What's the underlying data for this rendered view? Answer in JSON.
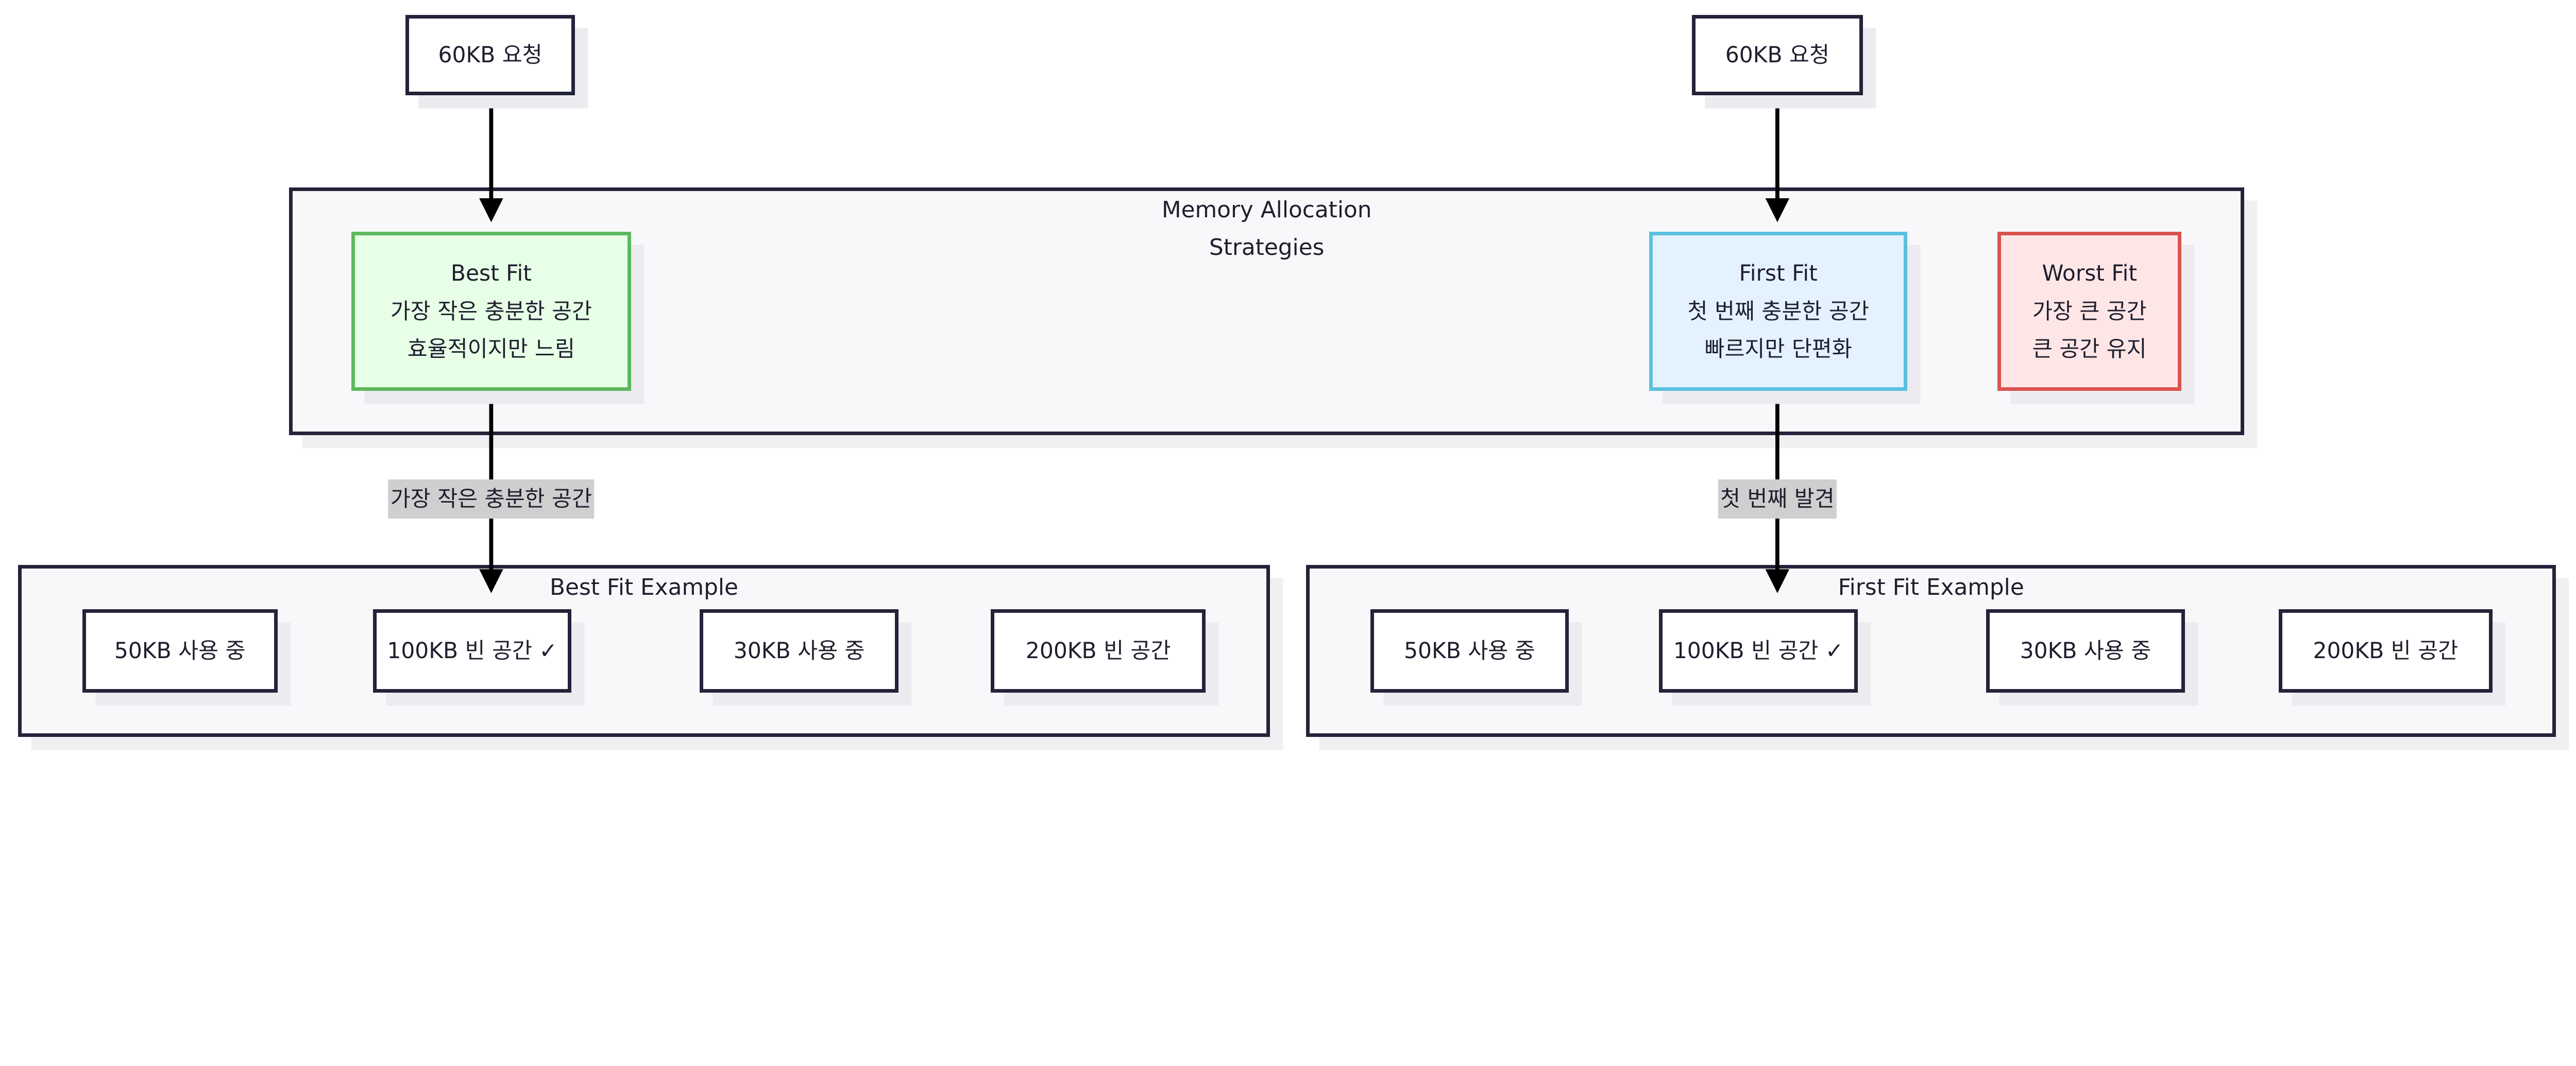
{
  "colors": {
    "stroke": "#23233a",
    "best_fill": "#e6ffe6",
    "best_border": "#5cb85c",
    "first_fill": "#e3f2fd",
    "first_border": "#5bc0de",
    "worst_fill": "#ffe6e6",
    "worst_border": "#d9534f",
    "edge_label_bg": "#cfcfcf"
  },
  "requests": {
    "left": "60KB 요청",
    "right": "60KB 요청"
  },
  "strategies": {
    "title_line1": "Memory Allocation",
    "title_line2": "Strategies",
    "best": {
      "title": "Best Fit",
      "line1": "가장 작은 충분한 공간",
      "line2": "효율적이지만 느림"
    },
    "first": {
      "title": "First Fit",
      "line1": "첫 번째 충분한 공간",
      "line2": "빠르지만 단편화"
    },
    "worst": {
      "title": "Worst Fit",
      "line1": "가장 큰 공간",
      "line2": "큰 공간 유지"
    }
  },
  "edges": {
    "best_label": "가장 작은 충분한 공간",
    "first_label": "첫 번째 발견"
  },
  "best_example": {
    "title": "Best Fit Example",
    "blocks": [
      "50KB 사용 중",
      "100KB 빈 공간 ✓",
      "30KB 사용 중",
      "200KB 빈 공간"
    ]
  },
  "first_example": {
    "title": "First Fit Example",
    "blocks": [
      "50KB 사용 중",
      "100KB 빈 공간 ✓",
      "30KB 사용 중",
      "200KB 빈 공간"
    ]
  }
}
